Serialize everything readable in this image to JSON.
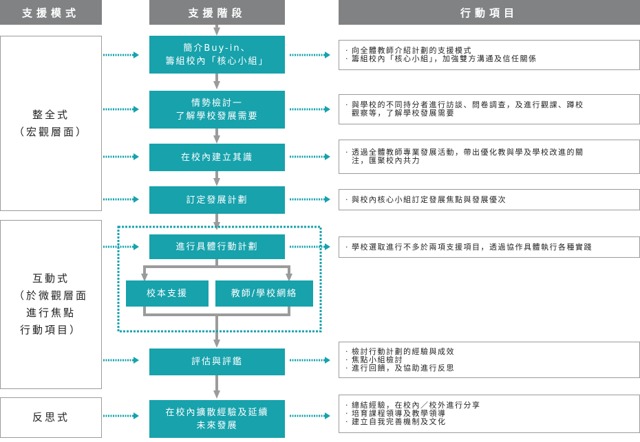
{
  "headers": {
    "mode": "支援模式",
    "stage": "支援階段",
    "action": "行動項目"
  },
  "modes": [
    {
      "lines": [
        "整全式",
        "（宏觀層面）"
      ]
    },
    {
      "lines": [
        "互動式",
        "（於微觀層面",
        "進行焦點",
        "行動項目）"
      ]
    },
    {
      "lines": [
        "反思式"
      ]
    }
  ],
  "stages": [
    {
      "lines": [
        "簡介Buy-in、",
        "籌組校內「核心小組」"
      ]
    },
    {
      "lines": [
        "情勢檢討一",
        "了解學校發展需要"
      ]
    },
    {
      "lines": [
        "在校內建立其識"
      ]
    },
    {
      "lines": [
        "訂定發展計劃"
      ]
    },
    {
      "lines": [
        "進行具體行動計劃"
      ]
    },
    {
      "lines": [
        "校本支援"
      ]
    },
    {
      "lines": [
        "教師/學校網絡"
      ]
    },
    {
      "lines": [
        "評估與評鑑"
      ]
    },
    {
      "lines": [
        "在校內擴散經驗及延續",
        "未來發展"
      ]
    }
  ],
  "actions": [
    {
      "items": [
        "向全體教師介紹計劃的支援模式",
        "籌組校內「核心小組」，加強雙方溝通及信任關係"
      ]
    },
    {
      "items": [
        "與學校的不同持分者進行訪談、問卷調查，及進行觀課、蹲校",
        "觀察等，了解學校發展需要"
      ]
    },
    {
      "items": [
        "透過全體教師專業發展活動，帶出優化教與學及學校改進的關",
        "注，匯聚校內共力"
      ]
    },
    {
      "items": [
        "與校內核心小組訂定發展焦點與發展優次"
      ]
    },
    {
      "items": [
        "學校選取進行不多於兩項支援項目，透過協作具體執行各種實踐"
      ]
    },
    {
      "items": [
        "檢討行動計劃的經驗與成效",
        "焦點小組檢討",
        "進行回饋，及協助進行反思"
      ]
    },
    {
      "items": [
        "總結經驗，在校內／校外進行分享",
        "培育課程領導及教學領導",
        "建立自我完善機制及文化"
      ]
    }
  ],
  "colors": {
    "header": "#808284",
    "stage": "#17a2ac",
    "arrow_gray": "#9b9b9b",
    "dotted": "#17a2ac"
  }
}
